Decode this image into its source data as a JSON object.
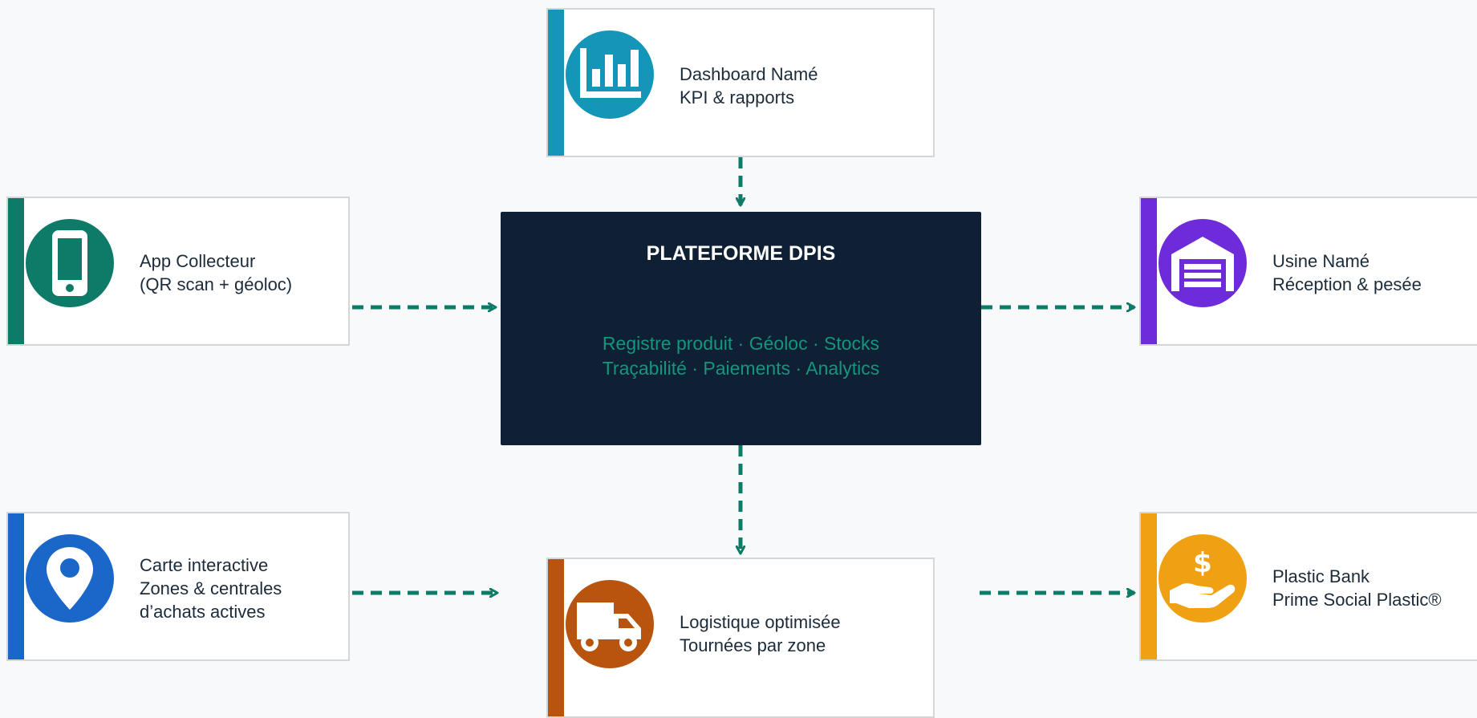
{
  "platform": {
    "title": "PLATEFORME DPIS",
    "line1": "Registre produit · Géoloc · Stocks",
    "line2": "Traçabilité · Paiements · Analytics"
  },
  "cards": {
    "dashboard": {
      "line1": "Dashboard Namé",
      "line2": "KPI & rapports",
      "accent": "#1496b8",
      "icon": "bar-chart-icon"
    },
    "app": {
      "line1": "App Collecteur",
      "line2": "(QR scan + géoloc)",
      "accent": "#0e7a68",
      "icon": "smartphone-icon"
    },
    "usine": {
      "line1": "Usine Namé",
      "line2": "Réception & pesée",
      "accent": "#6d2bd9",
      "icon": "warehouse-icon"
    },
    "carte": {
      "line1": "Carte interactive",
      "line2": "Zones & centrales",
      "line3": "d’achats actives",
      "accent": "#1a67c9",
      "icon": "map-pin-icon"
    },
    "logistique": {
      "line1": "Logistique optimisée",
      "line2": "Tournées par zone",
      "accent": "#b8540e",
      "icon": "truck-icon"
    },
    "plastic": {
      "line1": "Plastic Bank",
      "line2": "Prime Social Plastic®",
      "accent": "#f0a013",
      "icon": "hand-dollar-icon"
    }
  },
  "colors": {
    "arrow": "#0e7a68",
    "platform_bg": "#0f2035",
    "platform_text": "#14957f"
  }
}
